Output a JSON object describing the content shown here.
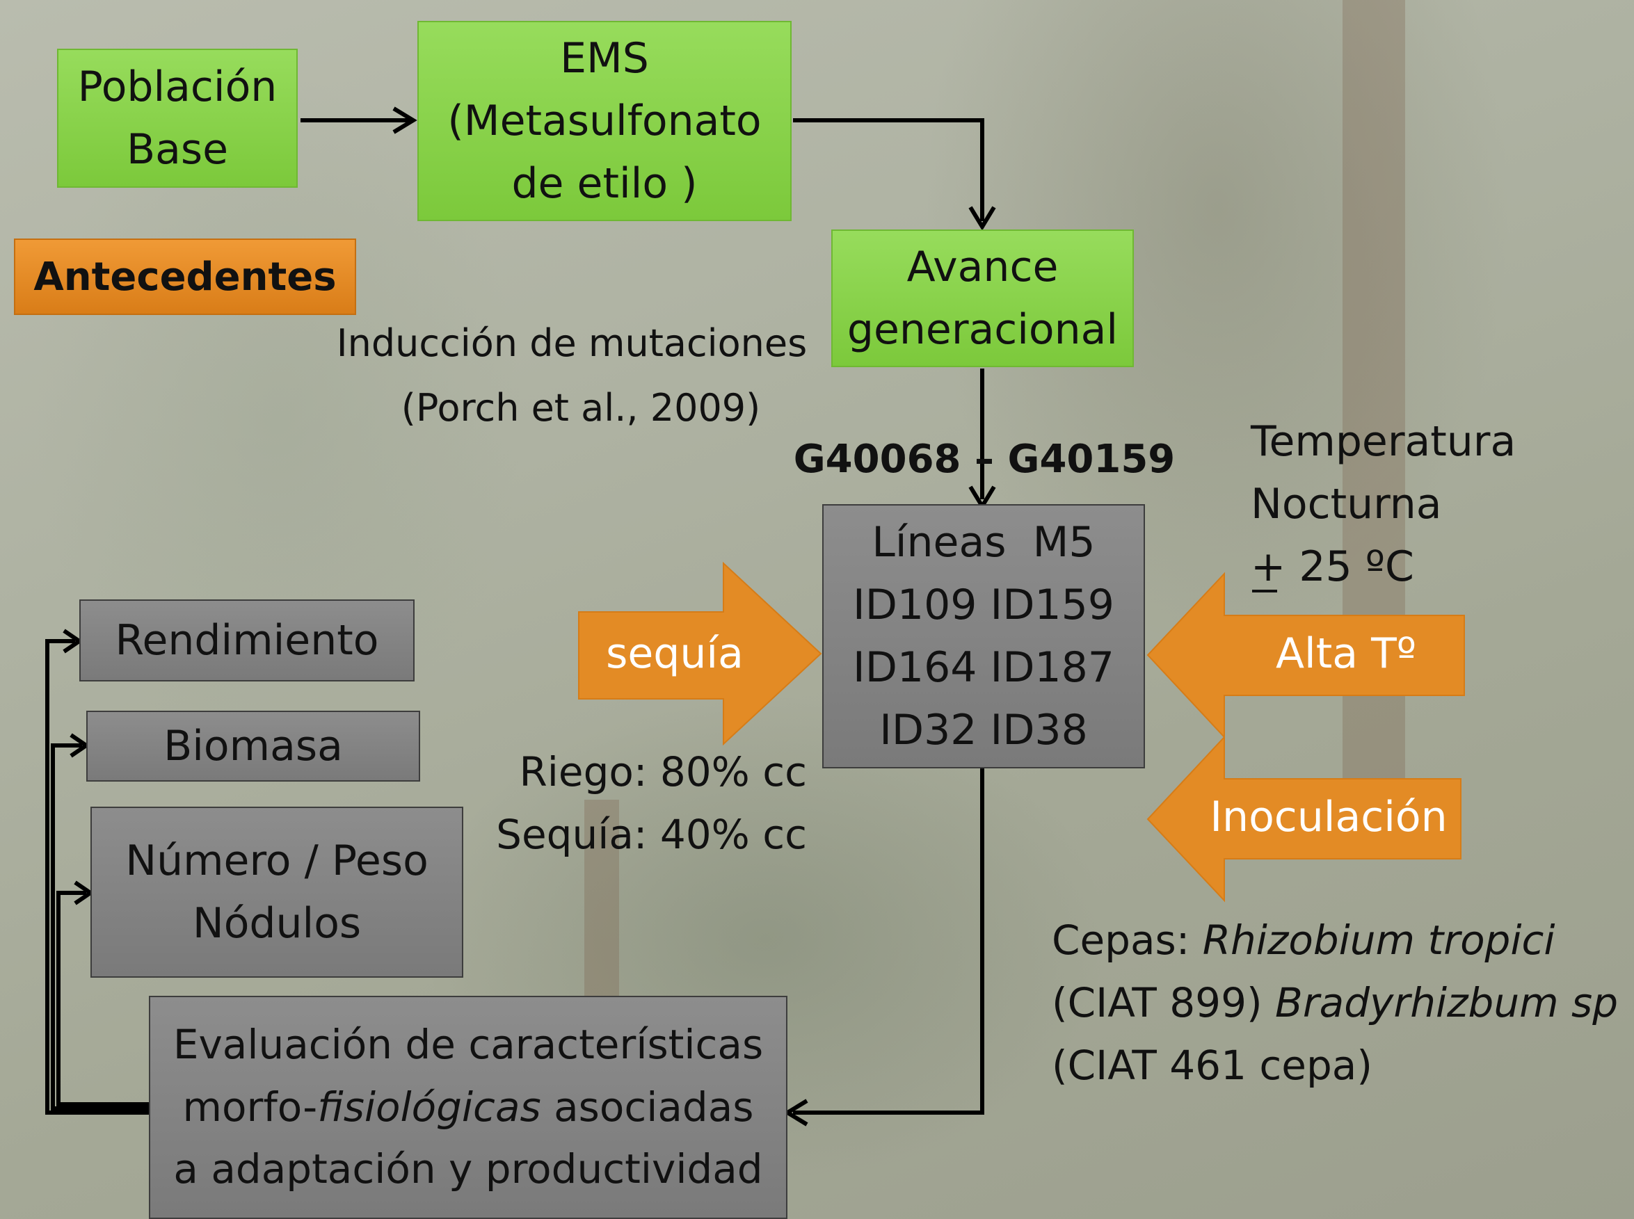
{
  "colors": {
    "green_box": "#7cc93b",
    "gray_box": "#808080",
    "orange": "#e38b25",
    "connector": "#000000",
    "arrow_text": "#ffffff"
  },
  "boxes": {
    "poblacion": [
      "Población",
      "Base"
    ],
    "ems": [
      "EMS",
      "(Metasulfonato",
      "de etilo )"
    ],
    "avance": [
      "Avance",
      "generacional"
    ],
    "antecedentes": "Antecedentes",
    "lineas": [
      "Líneas  M5",
      "ID109 ID159",
      "ID164 ID187",
      "ID32 ID38"
    ],
    "rendimiento": "Rendimiento",
    "biomasa": "Biomasa",
    "nodulos": [
      "Número / Peso",
      "Nódulos"
    ],
    "evaluacion": {
      "line1": "Evaluación de características",
      "line2_pre": "morfo-",
      "line2_italic": "fisiológicas",
      "line2_post": " asociadas",
      "line3": "a adaptación y productividad"
    }
  },
  "labels": {
    "induccion": "Inducción de mutaciones",
    "porch": "(Porch et al., 2009)",
    "genotypes": "G40068 – G40159",
    "temperatura": "Temperatura",
    "nocturna": "Nocturna",
    "temp_value": "+ 25 ºC",
    "riego": "Riego: 80% cc",
    "sequia_pct": "Sequía: 40% cc",
    "cepas_prefix": "Cepas: ",
    "cepas_italic1": "Rhizobium tropici",
    "cepas_line2_normal": "(CIAT 899) ",
    "cepas_italic2": "Bradyrhizbum sp",
    "cepas_line3": "(CIAT 461 cepa)"
  },
  "arrows": {
    "sequia": "sequía",
    "alta": "Alta Tº",
    "inoculacion": "Inoculación"
  }
}
